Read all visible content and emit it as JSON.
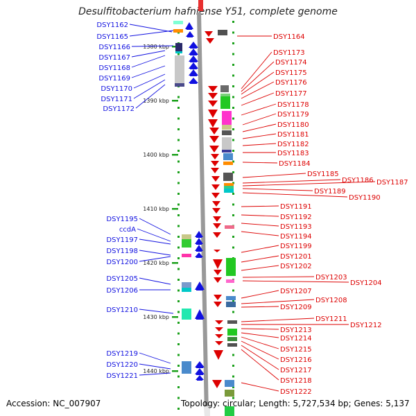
{
  "title": "Desulfitobacterium hafniense Y51, complete genome",
  "footer": {
    "accession": "Accession: NC_007907",
    "topology": "Topology: circular; Length: 5,727,534 bp; Genes: 5,137"
  },
  "ruler": [
    "1380 kbp",
    "1390 kbp",
    "1400 kbp",
    "1410 kbp",
    "1420 kbp",
    "1430 kbp",
    "1440 kbp"
  ],
  "left_labels": [
    "DSY1162",
    "DSY1165",
    "DSY1166",
    "DSY1167",
    "DSY1168",
    "DSY1169",
    "DSY1170",
    "DSY1171",
    "DSY1172",
    "DSY1195",
    "ccdA",
    "DSY1197",
    "DSY1198",
    "DSY1200",
    "DSY1205",
    "DSY1206",
    "DSY1210",
    "DSY1219",
    "DSY1220",
    "DSY1221"
  ],
  "right_labels": [
    "DSY1164",
    "DSY1173",
    "DSY1174",
    "DSY1175",
    "DSY1176",
    "DSY1177",
    "DSY1178",
    "DSY1179",
    "DSY1180",
    "DSY1181",
    "DSY1182",
    "DSY1183",
    "DSY1184",
    "DSY1185",
    "DSY1186",
    "DSY1187",
    "DSY1189",
    "DSY1190",
    "DSY1191",
    "DSY1192",
    "DSY1193",
    "DSY1194",
    "DSY1199",
    "DSY1201",
    "DSY1202",
    "DSY1203",
    "DSY1204",
    "DSY1207",
    "DSY1208",
    "DSY1209",
    "DSY1211",
    "DSY1212",
    "DSY1213",
    "DSY1214",
    "DSY1215",
    "DSY1216",
    "DSY1217",
    "DSY1218",
    "DSY1222"
  ],
  "colors": {
    "forward": "#1010e0",
    "reverse": "#dd0000",
    "ruler": "#1aa01a",
    "backbone": "#999999"
  }
}
